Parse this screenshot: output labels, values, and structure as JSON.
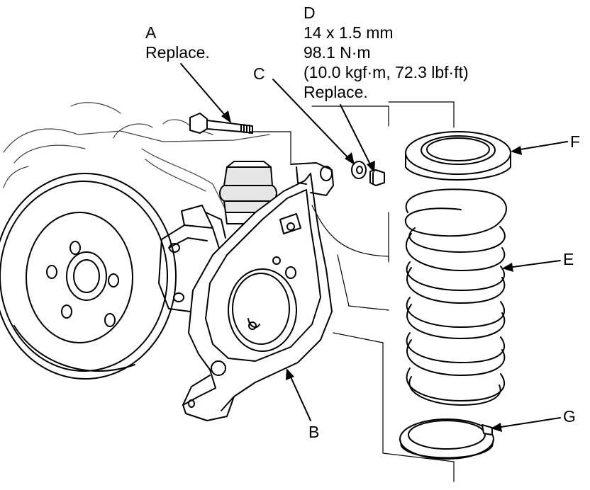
{
  "callouts": {
    "A": {
      "letter": "A",
      "note": "Replace."
    },
    "B": {
      "letter": "B"
    },
    "C": {
      "letter": "C"
    },
    "D": {
      "letter": "D",
      "size": "14 x 1.5 mm",
      "torque": "98.1 N·m",
      "torque_alt": "(10.0 kgf·m, 72.3 lbf·ft)",
      "note": "Replace."
    },
    "E": {
      "letter": "E"
    },
    "F": {
      "letter": "F"
    },
    "G": {
      "letter": "G"
    }
  },
  "colors": {
    "ink": "#000000",
    "paper": "#ffffff",
    "shade": "#e6e6e6"
  }
}
